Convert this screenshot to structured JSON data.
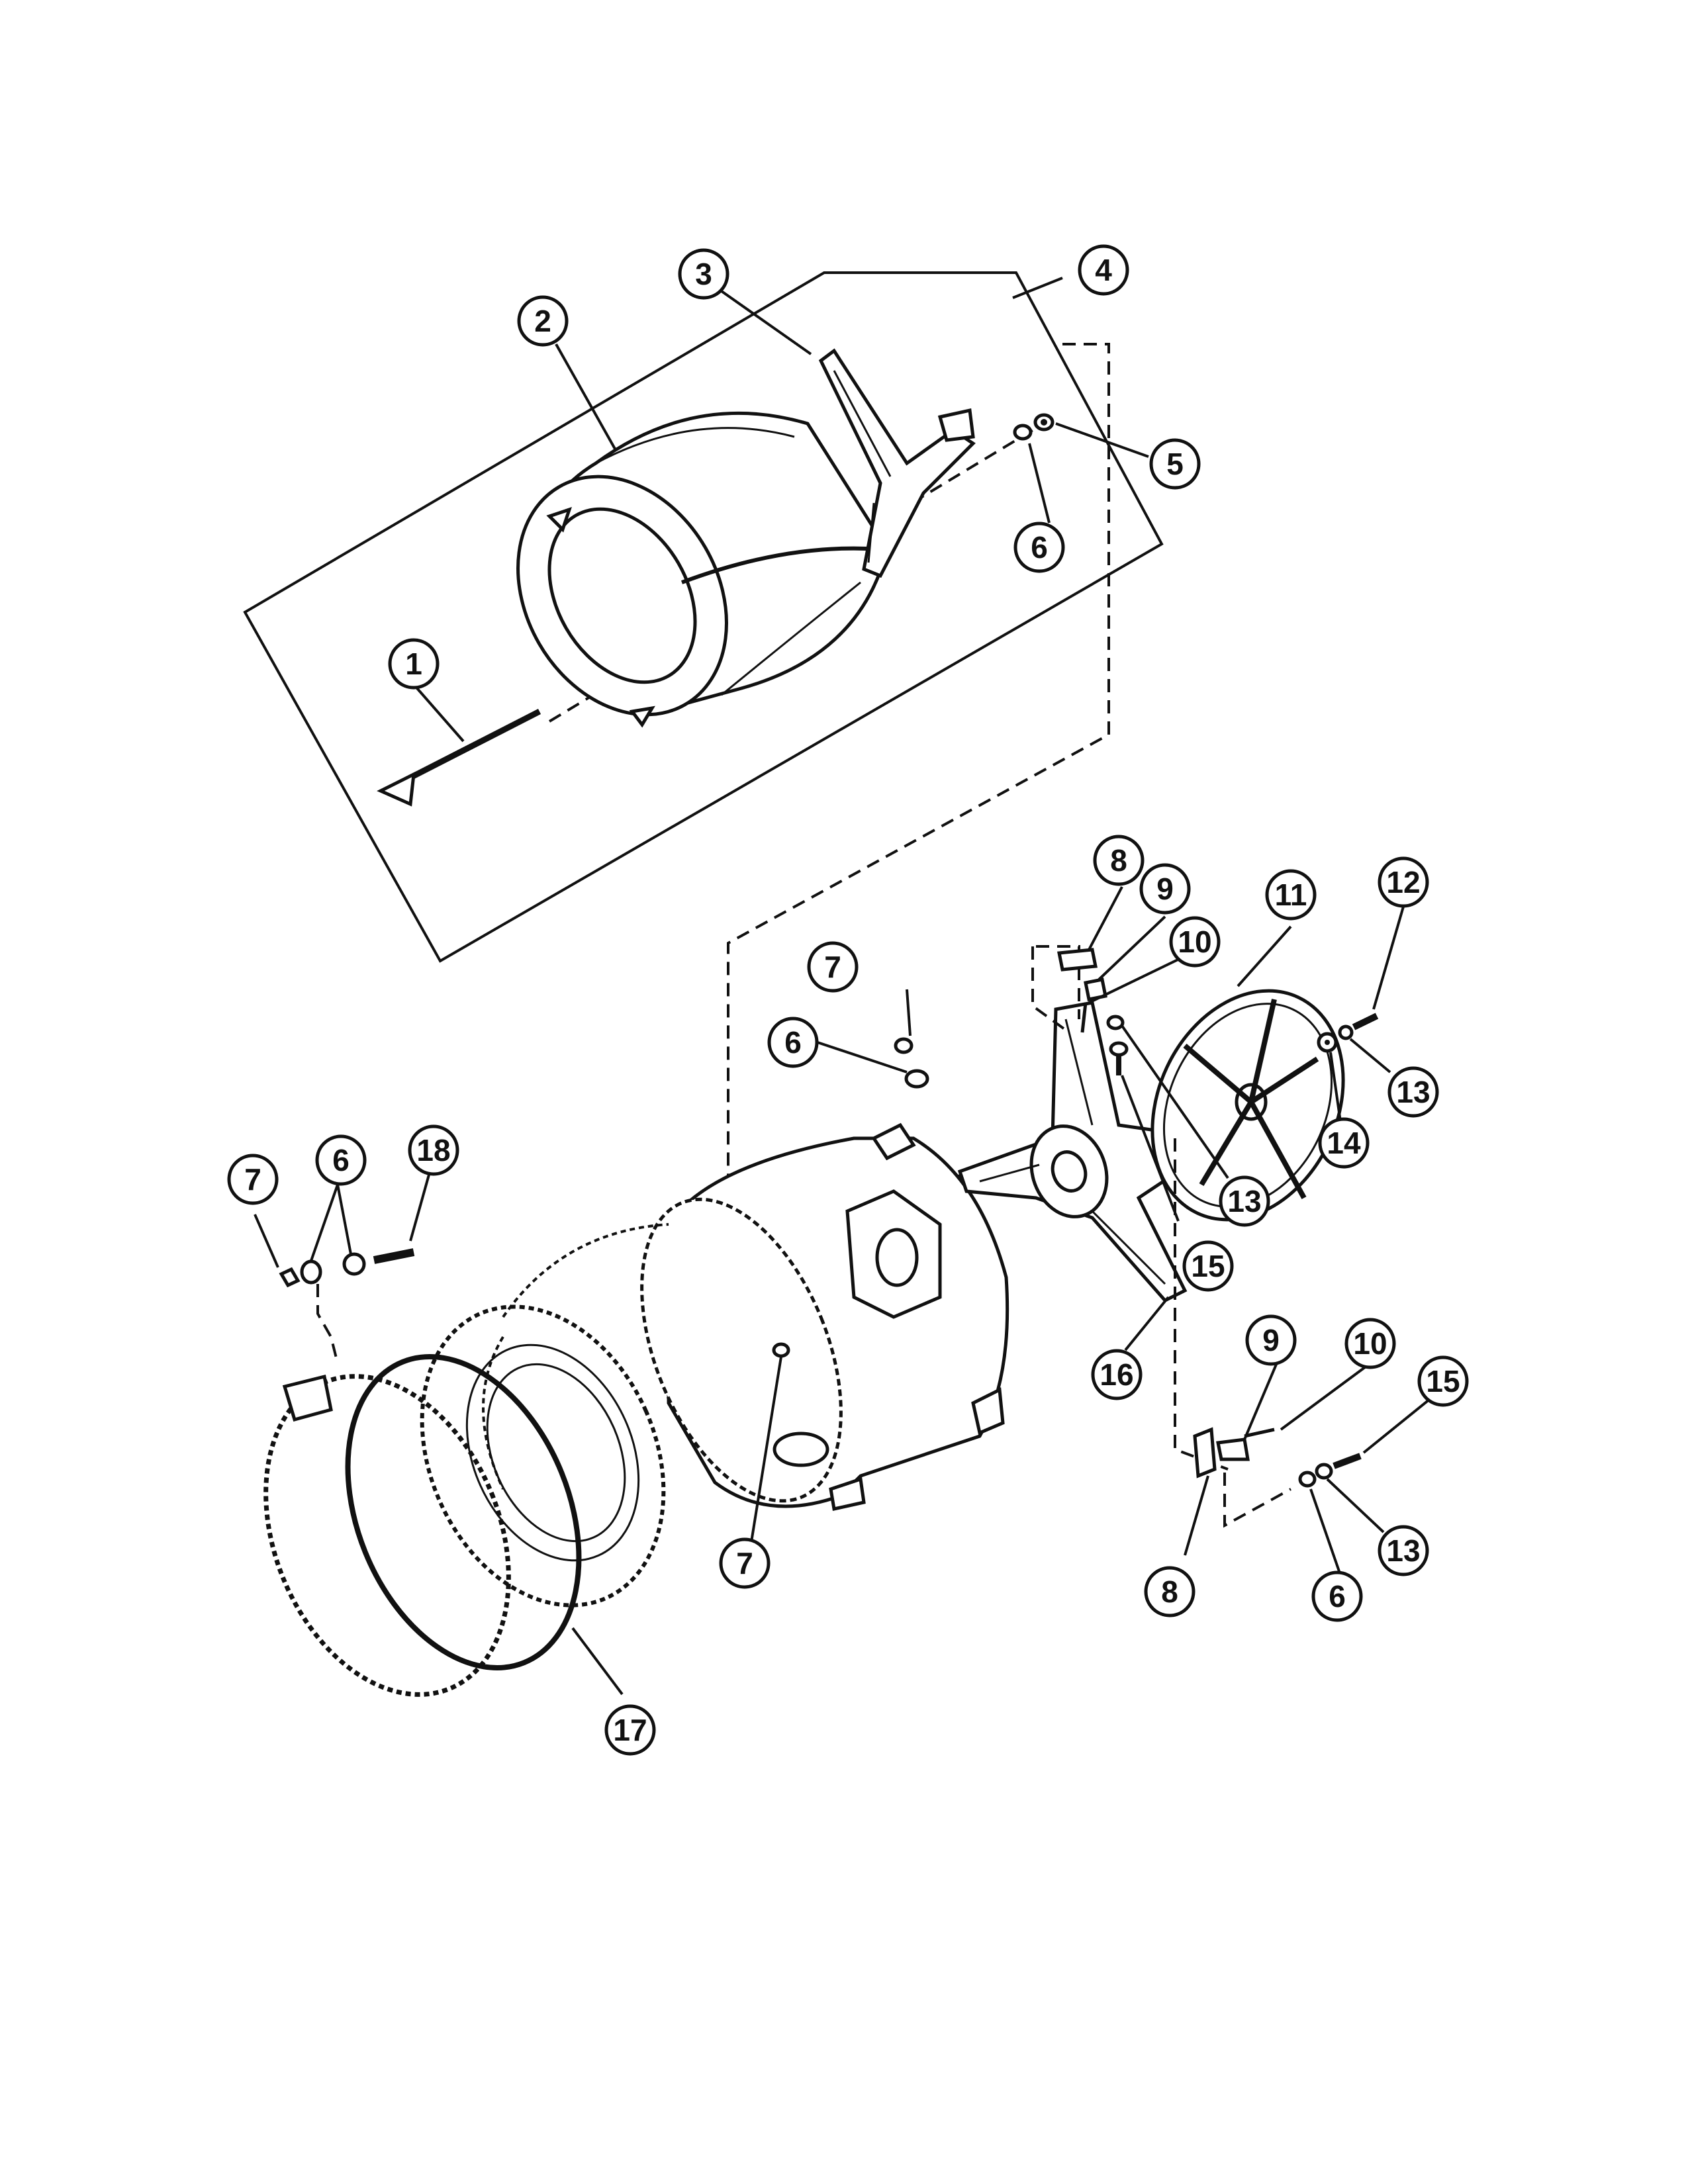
{
  "callouts": [
    {
      "id": "c1",
      "label": "1"
    },
    {
      "id": "c2",
      "label": "2"
    },
    {
      "id": "c3",
      "label": "3"
    },
    {
      "id": "c4",
      "label": "4"
    },
    {
      "id": "c5",
      "label": "5"
    },
    {
      "id": "c6a",
      "label": "6"
    },
    {
      "id": "c7a",
      "label": "7"
    },
    {
      "id": "c6b",
      "label": "6"
    },
    {
      "id": "c8a",
      "label": "8"
    },
    {
      "id": "c9a",
      "label": "9"
    },
    {
      "id": "c10a",
      "label": "10"
    },
    {
      "id": "c11",
      "label": "11"
    },
    {
      "id": "c12",
      "label": "12"
    },
    {
      "id": "c13a",
      "label": "13"
    },
    {
      "id": "c14",
      "label": "14"
    },
    {
      "id": "c13b",
      "label": "13"
    },
    {
      "id": "c15a",
      "label": "15"
    },
    {
      "id": "c16",
      "label": "16"
    },
    {
      "id": "c7b",
      "label": "7"
    },
    {
      "id": "c6c",
      "label": "6"
    },
    {
      "id": "c18",
      "label": "18"
    },
    {
      "id": "c7c",
      "label": "7"
    },
    {
      "id": "c9b",
      "label": "9"
    },
    {
      "id": "c10b",
      "label": "10"
    },
    {
      "id": "c15b",
      "label": "15"
    },
    {
      "id": "c8b",
      "label": "8"
    },
    {
      "id": "c13c",
      "label": "13"
    },
    {
      "id": "c6d",
      "label": "6"
    },
    {
      "id": "c17",
      "label": "17"
    }
  ]
}
